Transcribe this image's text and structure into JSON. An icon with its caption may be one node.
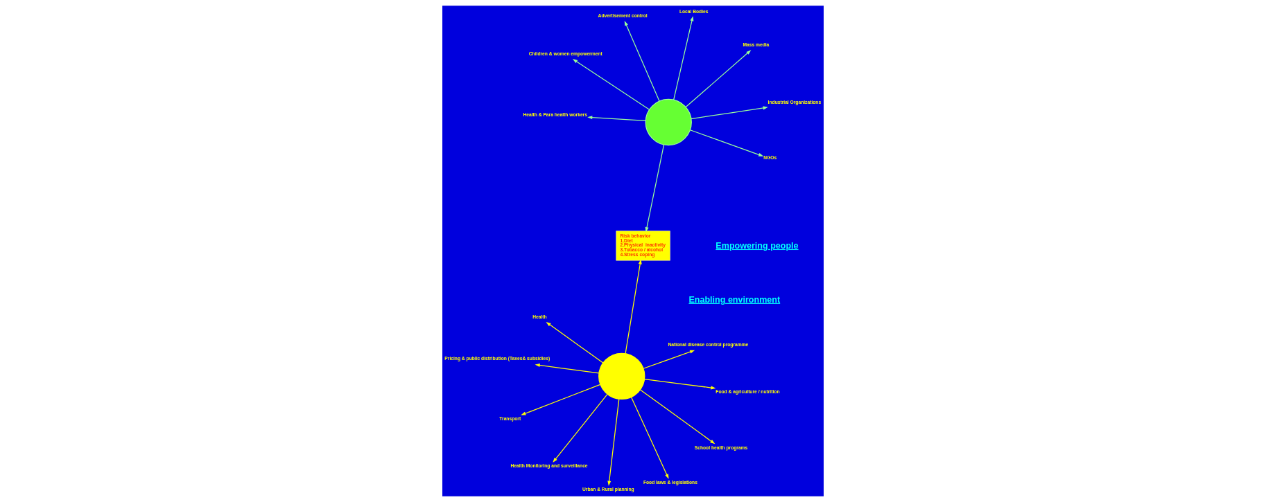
{
  "diagram": {
    "nodes": [
      {
        "text": [],
        "shape": "circle"
      },
      {
        "text": [
          "Food & agriculture / nutrition"
        ]
      },
      {
        "text": [
          "Health Monitoring and surveillance"
        ]
      },
      {
        "text": [
          "Health"
        ]
      },
      {
        "text": [
          "National disease control programme"
        ]
      },
      {
        "text": [
          "Risk behavior",
          "1.Diet",
          "2.Physical  inactivity",
          "3.Tobacco / alcohol",
          "4.Stress coping"
        ]
      },
      {
        "text": [
          "Pricing & public distribution (Taxes& subsidies)"
        ]
      },
      {
        "text": [
          "School health programs"
        ]
      },
      {
        "text": [
          "Transport"
        ]
      },
      {
        "text": [
          "Food laws & legislations"
        ]
      },
      {
        "text": [
          "Urban & Rural planning"
        ]
      },
      {
        "text": [],
        "shape": "circle"
      },
      {
        "text": [
          "Mass media"
        ]
      },
      {
        "text": [
          "Local Bodies"
        ]
      },
      {
        "text": [
          "Advertisement control"
        ]
      },
      {
        "text": [
          "NGOs"
        ]
      },
      {
        "text": [
          "Industrial Organizations"
        ]
      },
      {
        "text": [
          "Children & women empowerment"
        ]
      },
      {
        "text": [
          "Health & Para health workers"
        ]
      }
    ],
    "edges": [
      {
        "from": 0,
        "to": 1,
        "arrow": "to"
      },
      {
        "from": 0,
        "to": 2,
        "arrow": "to"
      },
      {
        "from": 0,
        "to": 3,
        "arrow": "to"
      },
      {
        "from": 0,
        "to": 4,
        "arrow": "to"
      },
      {
        "from": 0,
        "to": 5,
        "arrow": "to"
      },
      {
        "from": 0,
        "to": 6,
        "arrow": "to"
      },
      {
        "from": 0,
        "to": 7,
        "arrow": "to"
      },
      {
        "from": 0,
        "to": 8,
        "arrow": "to"
      },
      {
        "from": 0,
        "to": 9,
        "arrow": "to"
      },
      {
        "from": 0,
        "to": 10,
        "arrow": "to"
      },
      {
        "from": 11,
        "to": 12,
        "arrow": "to",
        "color": "#99ff99"
      },
      {
        "from": 11,
        "to": 13,
        "arrow": "to",
        "color": "#99ff99"
      },
      {
        "from": 11,
        "to": 14,
        "arrow": "to",
        "color": "#99ff99"
      },
      {
        "from": 11,
        "to": 5,
        "arrow": "to",
        "color": "#99ff99"
      },
      {
        "from": 11,
        "to": 15,
        "arrow": "to",
        "color": "#99ff99"
      },
      {
        "from": 11,
        "to": 16,
        "arrow": "to",
        "color": "#99ff99"
      },
      {
        "from": 11,
        "to": 17,
        "arrow": "to",
        "color": "#99ff99"
      },
      {
        "from": 11,
        "to": 18,
        "arrow": "to",
        "color": "#99ff99"
      }
    ],
    "labels": [
      "Enabling environment",
      "Empowering people"
    ]
  }
}
